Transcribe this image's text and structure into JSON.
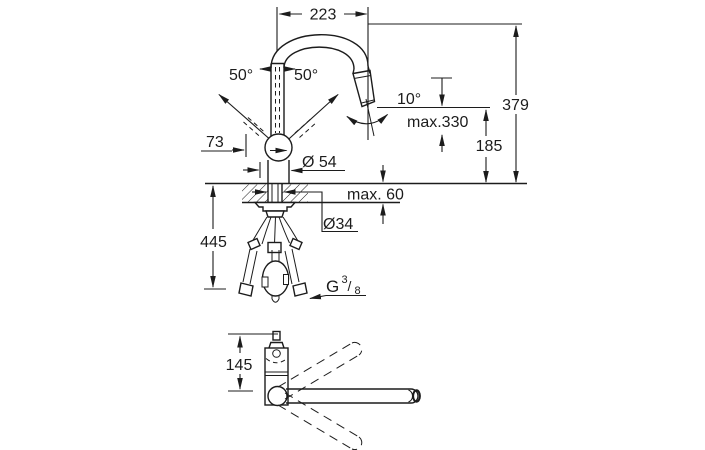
{
  "colors": {
    "ink": "#1c1c1c",
    "background": "#ffffff"
  },
  "side_view": {
    "dimensions": {
      "spout_projection": "223",
      "lever_swing_left": "50°",
      "lever_swing_right": "50°",
      "lever_offset": "73",
      "body_diameter": "Ø 54",
      "spray_swivel_angle": "10°",
      "pullout_max_reach": "max.330",
      "overall_height": "379",
      "outlet_height": "185",
      "deck_max_thickness": "max. 60",
      "shank_diameter": "Ø34",
      "hose_length": "445",
      "thread": {
        "letter": "G",
        "numerator": "3",
        "slash": "/",
        "denominator": "8"
      }
    }
  },
  "top_view": {
    "dimensions": {
      "body_to_spout_axis": "145"
    }
  }
}
